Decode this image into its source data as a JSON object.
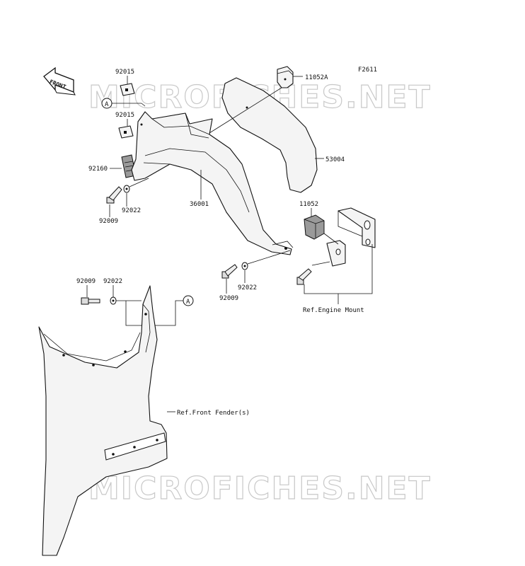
{
  "figure_code": "F2611",
  "front_arrow": "FRONT",
  "watermark": "MICROFICHES.NET",
  "callout_a": "A",
  "parts": {
    "p92015_top": "92015",
    "p92015_mid": "92015",
    "p92160": "92160",
    "p92022_left": "92022",
    "p92009_left": "92009",
    "p36001": "36001",
    "p11052A": "11052A",
    "p53004": "53004",
    "p11052": "11052",
    "p92022_mid": "92022",
    "p92009_mid": "92009",
    "p92009_low": "92009",
    "p92022_low": "92022"
  },
  "refs": {
    "engine_mount": "Ref.Engine Mount",
    "front_fender": "Ref.Front Fender(s)"
  }
}
